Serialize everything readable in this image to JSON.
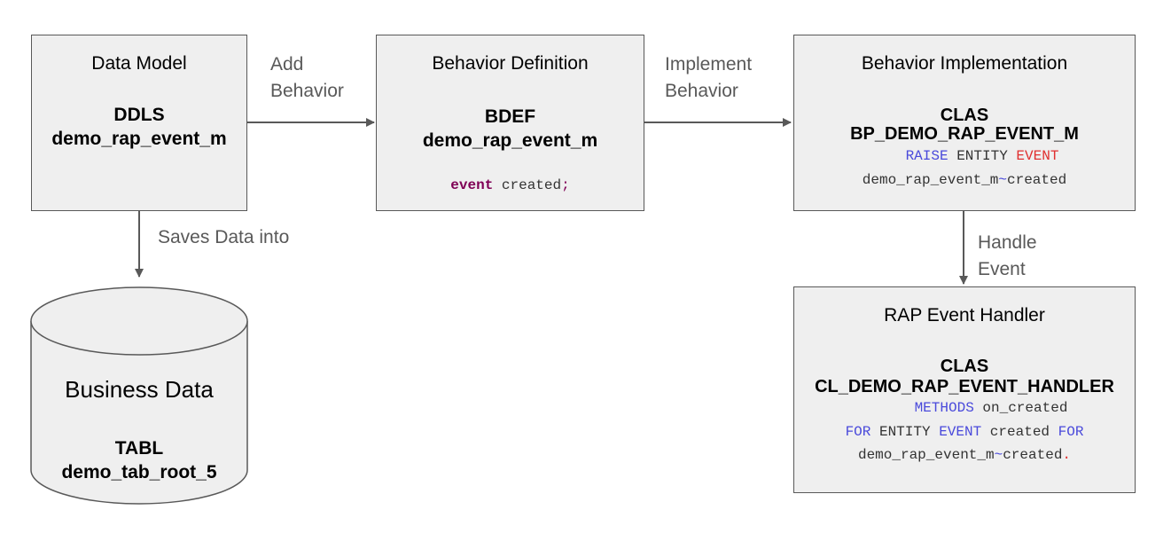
{
  "nodes": {
    "data_model": {
      "title": "Data Model",
      "line1": "DDLS",
      "line2": "demo_rap_event_m"
    },
    "behavior_definition": {
      "title": "Behavior Definition",
      "line1": "BDEF",
      "line2": "demo_rap_event_m",
      "code": {
        "kw": "event",
        "rest": " created",
        "end": ";"
      }
    },
    "behavior_implementation": {
      "title": "Behavior Implementation",
      "line1": "CLAS",
      "line2": "BP_DEMO_RAP_EVENT_M",
      "code1": {
        "kw1": "RAISE",
        "mid": " ENTITY ",
        "kw2": "EVENT"
      },
      "code2": {
        "a": "demo_rap_event_m",
        "tilde": "~",
        "b": "created"
      }
    },
    "event_handler": {
      "title": "RAP Event Handler",
      "line1": "CLAS",
      "line2": "CL_DEMO_RAP_EVENT_HANDLER",
      "code1": {
        "kw": "METHODS",
        "rest": " on_created"
      },
      "code2": {
        "kw1": "FOR",
        "mid1": " ENTITY ",
        "kw2": "EVENT",
        "mid2": " created ",
        "kw3": "FOR"
      },
      "code3": {
        "a": "demo_rap_event_m",
        "tilde": "~",
        "b": "created",
        "end": "."
      }
    },
    "business_data": {
      "title": "Business Data",
      "line1": "TABL",
      "line2": "demo_tab_root_5"
    }
  },
  "edges": {
    "add_behavior": [
      "Add",
      "Behavior"
    ],
    "implement_behavior": [
      "Implement",
      "Behavior"
    ],
    "saves_data": [
      "Saves Data into"
    ],
    "handle_event": [
      "Handle",
      "Event"
    ]
  },
  "colors": {
    "box_fill": "#efefef",
    "border": "#595959",
    "keyword_purple": "#7f0055",
    "keyword_blue": "#4a4adb",
    "keyword_red": "#e03030"
  }
}
